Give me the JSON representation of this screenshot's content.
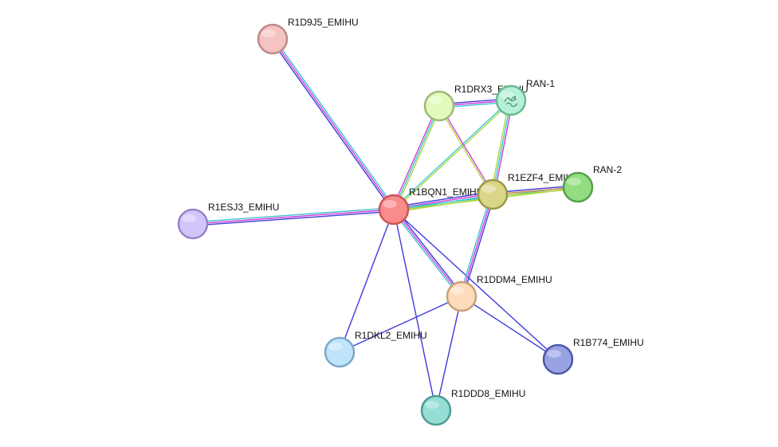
{
  "network": {
    "nodes": [
      {
        "id": "R1BQN1_EMIHU",
        "label": "R1BQN1_EMIHU",
        "fill": "#f98b8b",
        "stroke": "#cc5555",
        "highlight": true
      },
      {
        "id": "R1D9J5_EMIHU",
        "label": "R1D9J5_EMIHU",
        "fill": "#f6c3c3",
        "stroke": "#bb8a8a"
      },
      {
        "id": "R1DRX3_EMIHU",
        "label": "R1DRX3_EMIHU",
        "fill": "#e2fbbd",
        "stroke": "#9fb67a"
      },
      {
        "id": "RAN-1",
        "label": "RAN-1",
        "fill": "#b6f0d7",
        "stroke": "#66bb8e",
        "has_structure": true
      },
      {
        "id": "R1EZF4_EMIHU",
        "label": "R1EZF4_EMIHU",
        "fill": "#d9d68a",
        "stroke": "#9c9845"
      },
      {
        "id": "RAN-2",
        "label": "RAN-2",
        "fill": "#92dd82",
        "stroke": "#55a048"
      },
      {
        "id": "R1ESJ3_EMIHU",
        "label": "R1ESJ3_EMIHU",
        "fill": "#d3c5fb",
        "stroke": "#9684c9"
      },
      {
        "id": "R1DDM4_EMIHU",
        "label": "R1DDM4_EMIHU",
        "fill": "#fddcbd",
        "stroke": "#c9a07a"
      },
      {
        "id": "R1DKL2_EMIHU",
        "label": "R1DKL2_EMIHU",
        "fill": "#c0e4fa",
        "stroke": "#7aa9c8"
      },
      {
        "id": "R1B774_EMIHU",
        "label": "R1B774_EMIHU",
        "fill": "#9aa3e2",
        "stroke": "#4d58a8"
      },
      {
        "id": "R1DDD8_EMIHU",
        "label": "R1DDD8_EMIHU",
        "fill": "#94ded6",
        "stroke": "#4c9c93"
      }
    ],
    "edges": [
      {
        "source": "R1BQN1_EMIHU",
        "target": "R1D9J5_EMIHU",
        "colors": [
          "#3c3cdd",
          "#d33cd3",
          "#3cc3d3"
        ]
      },
      {
        "source": "R1BQN1_EMIHU",
        "target": "R1ESJ3_EMIHU",
        "colors": [
          "#3c3cdd",
          "#d33cd3",
          "#3cc3d3"
        ]
      },
      {
        "source": "R1BQN1_EMIHU",
        "target": "R1DRX3_EMIHU",
        "colors": [
          "#d33cd3",
          "#3cc3d3",
          "#a6d83c"
        ]
      },
      {
        "source": "R1BQN1_EMIHU",
        "target": "RAN-1",
        "colors": [
          "#3cc3d3",
          "#a6d83c"
        ]
      },
      {
        "source": "R1BQN1_EMIHU",
        "target": "R1EZF4_EMIHU",
        "colors": [
          "#3c3cdd",
          "#d33cd3",
          "#3cc3d3",
          "#a6d83c"
        ]
      },
      {
        "source": "R1BQN1_EMIHU",
        "target": "RAN-2",
        "colors": [
          "#3cc3d3",
          "#a6d83c"
        ]
      },
      {
        "source": "R1BQN1_EMIHU",
        "target": "R1DDM4_EMIHU",
        "colors": [
          "#3c3cdd",
          "#d33cd3",
          "#3cc3d3"
        ]
      },
      {
        "source": "R1BQN1_EMIHU",
        "target": "R1DKL2_EMIHU",
        "colors": [
          "#3c3cdd"
        ]
      },
      {
        "source": "R1BQN1_EMIHU",
        "target": "R1DDD8_EMIHU",
        "colors": [
          "#3c3cdd"
        ]
      },
      {
        "source": "R1BQN1_EMIHU",
        "target": "R1B774_EMIHU",
        "colors": [
          "#3c3cdd"
        ]
      },
      {
        "source": "R1DRX3_EMIHU",
        "target": "RAN-1",
        "colors": [
          "#3c3cdd",
          "#d33cd3",
          "#3cc3d3"
        ]
      },
      {
        "source": "R1DRX3_EMIHU",
        "target": "R1EZF4_EMIHU",
        "colors": [
          "#d33cd3",
          "#a6d83c"
        ]
      },
      {
        "source": "RAN-1",
        "target": "R1EZF4_EMIHU",
        "colors": [
          "#d33cd3",
          "#3cc3d3",
          "#a6d83c"
        ]
      },
      {
        "source": "R1EZF4_EMIHU",
        "target": "RAN-2",
        "colors": [
          "#3c3cdd",
          "#d8843c",
          "#a6d83c"
        ]
      },
      {
        "source": "R1EZF4_EMIHU",
        "target": "R1DDM4_EMIHU",
        "colors": [
          "#3c3cdd",
          "#d33cd3",
          "#3cc3d3"
        ]
      },
      {
        "source": "R1DDM4_EMIHU",
        "target": "R1DKL2_EMIHU",
        "colors": [
          "#3c3cdd"
        ]
      },
      {
        "source": "R1DDM4_EMIHU",
        "target": "R1DDD8_EMIHU",
        "colors": [
          "#3c3cdd"
        ]
      },
      {
        "source": "R1DDM4_EMIHU",
        "target": "R1B774_EMIHU",
        "colors": [
          "#3c3cdd"
        ]
      }
    ]
  }
}
